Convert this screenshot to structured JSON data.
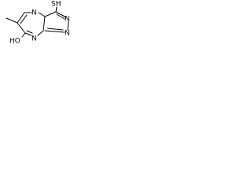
{
  "molecule": {
    "atoms": {
      "n_ring_top": "N",
      "n_ring_bottom": "N",
      "n_triazole_top": "N",
      "n_triazole_right": "N",
      "thiol": "SH",
      "hydroxyl": "HO"
    },
    "colors": {
      "bond": "#000000",
      "label": "#000000",
      "background": "#ffffff"
    }
  }
}
